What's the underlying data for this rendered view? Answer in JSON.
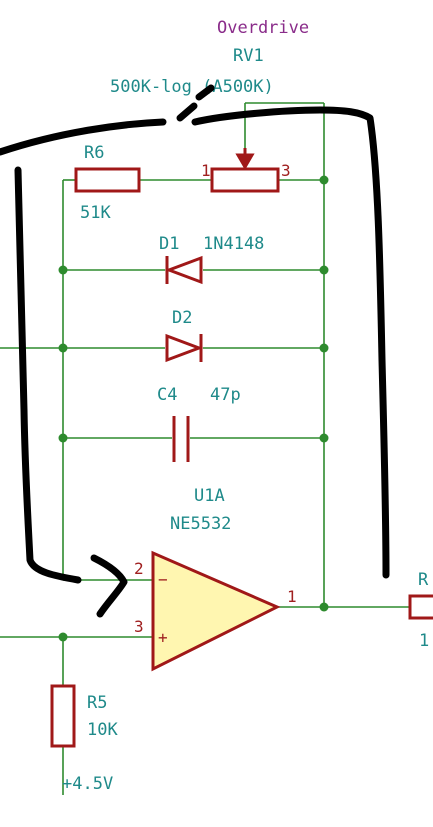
{
  "rv1": {
    "function_label": "Overdrive",
    "ref": "RV1",
    "value": "500K-log (A500K)",
    "pin1": "1",
    "pin3": "3"
  },
  "r6": {
    "ref": "R6",
    "value": "51K"
  },
  "d1": {
    "ref": "D1",
    "value": "1N4148"
  },
  "d2": {
    "ref": "D2"
  },
  "c4": {
    "ref": "C4",
    "value": "47p"
  },
  "u1a": {
    "ref": "U1A",
    "value": "NE5532",
    "pin_inv": "2",
    "pin_noninv": "3",
    "pin_out": "1",
    "minus_sign": "−",
    "plus_sign": "+"
  },
  "r5": {
    "ref": "R5",
    "value": "10K"
  },
  "supply": {
    "label": "+4.5V"
  },
  "edge_right": {
    "ref_fragment": "R",
    "value_fragment": "1"
  }
}
